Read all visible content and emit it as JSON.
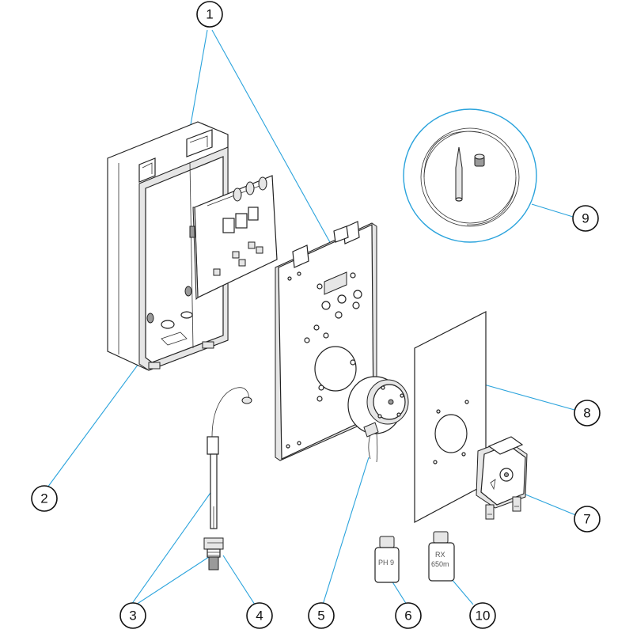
{
  "diagram": {
    "callouts": [
      {
        "id": "c1",
        "label": "1"
      },
      {
        "id": "c2",
        "label": "2"
      },
      {
        "id": "c3",
        "label": "3"
      },
      {
        "id": "c4",
        "label": "4"
      },
      {
        "id": "c5",
        "label": "5"
      },
      {
        "id": "c6",
        "label": "6"
      },
      {
        "id": "c7",
        "label": "7"
      },
      {
        "id": "c8",
        "label": "8"
      },
      {
        "id": "c9",
        "label": "9"
      },
      {
        "id": "c10",
        "label": "10"
      }
    ],
    "bottle_labels": {
      "ph_line1": "PH 9",
      "rx_line1": "RX",
      "rx_line2": "650m"
    },
    "colors": {
      "leader": "#2aa3dc",
      "outline": "#222222",
      "shade": "#e6e6e6"
    }
  }
}
